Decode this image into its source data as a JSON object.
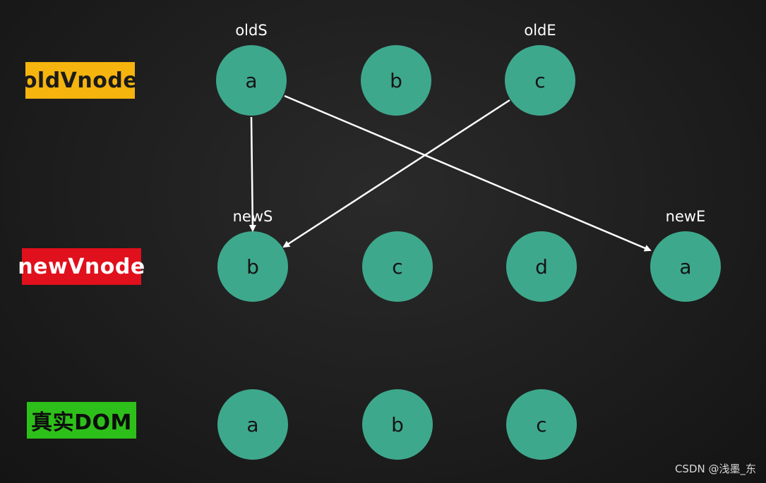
{
  "row_labels": {
    "old": "oldVnode",
    "new": "newVnode",
    "dom": "真实DOM"
  },
  "pointers": {
    "old_start": "oldS",
    "old_end": "oldE",
    "new_start": "newS",
    "new_end": "newE"
  },
  "old_nodes": [
    "a",
    "b",
    "c"
  ],
  "new_nodes": [
    "b",
    "c",
    "d",
    "a"
  ],
  "dom_nodes": [
    "a",
    "b",
    "c"
  ],
  "watermark": "CSDN @浅墨_东",
  "colors": {
    "node_fill": "#3ea88c",
    "old_label": "#f5b40e",
    "new_label": "#e0101c",
    "dom_label": "#2ec01a",
    "arrow": "#ffffff"
  }
}
